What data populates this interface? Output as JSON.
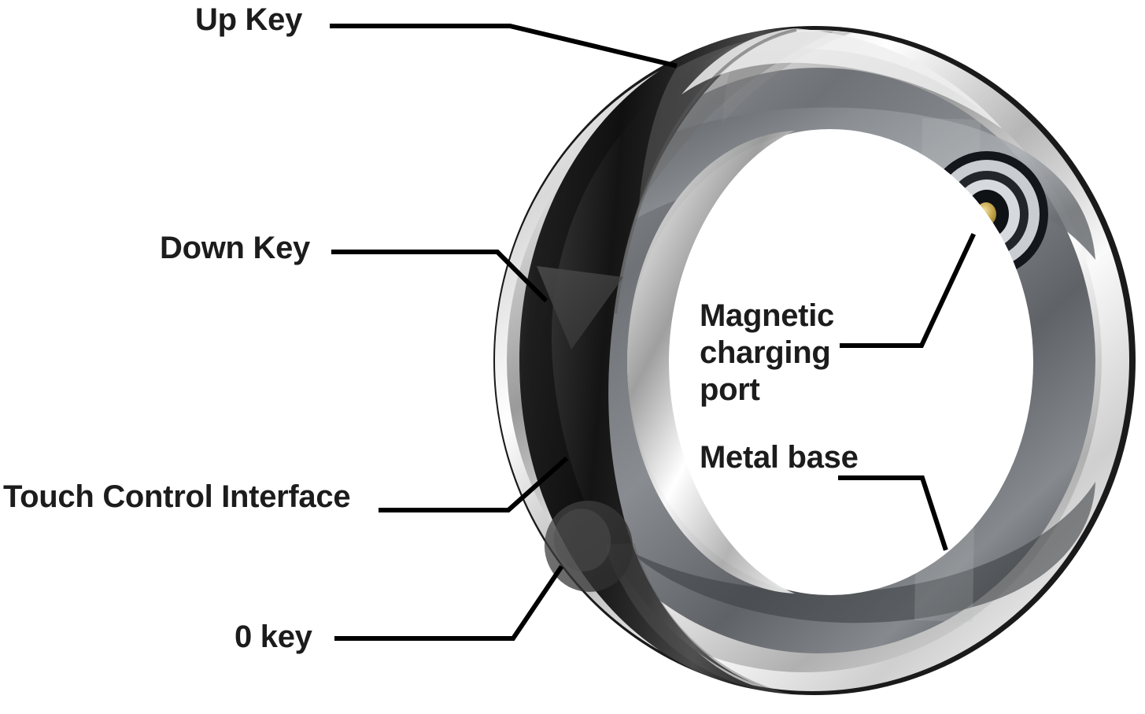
{
  "diagram": {
    "subject": "smart-ring",
    "background_color": "#ffffff",
    "text_color": "#1c1c1c",
    "leader_line_color": "#000000",
    "callouts": [
      {
        "id": "up-key",
        "label": "Up Key",
        "side": "left"
      },
      {
        "id": "down-key",
        "label": "Down Key",
        "side": "left"
      },
      {
        "id": "touch-control",
        "label": "Touch Control Interface",
        "side": "left"
      },
      {
        "id": "zero-key",
        "label": "0 key",
        "side": "left"
      },
      {
        "id": "magnetic-port",
        "label": "Magnetic\ncharging\nport",
        "side": "right"
      },
      {
        "id": "metal-base",
        "label": "Metal base",
        "side": "right"
      }
    ],
    "parts": {
      "outer_band_color": "#171717",
      "chrome_ring_color": "#f2f2f2",
      "metal_base_color": "#7d7f83",
      "charging_pin_color": "#c8a94e"
    }
  }
}
